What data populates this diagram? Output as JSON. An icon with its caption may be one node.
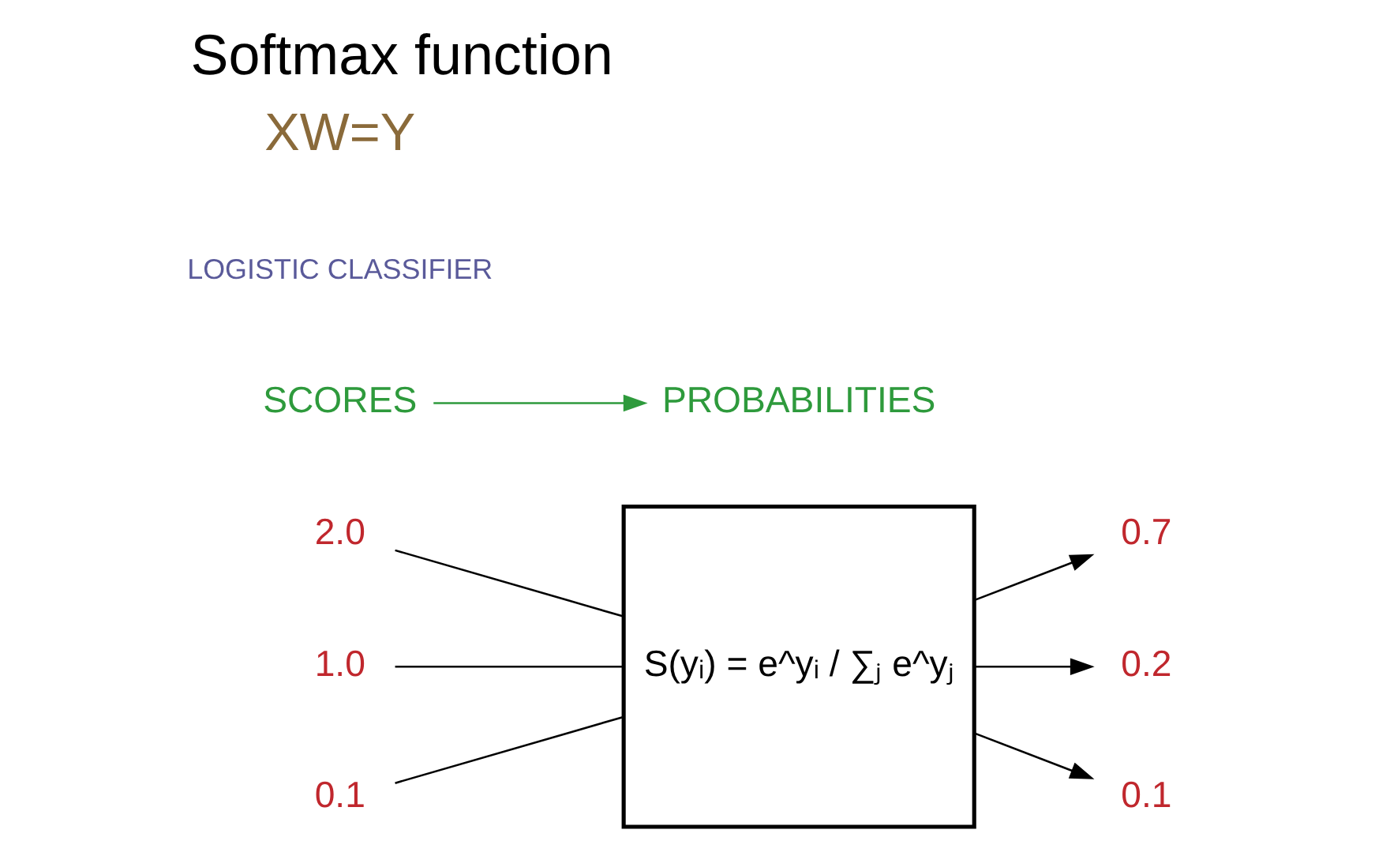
{
  "diagram": {
    "title": "Softmax function",
    "nodes": [
      {
        "text": [
          "2.0"
        ]
      },
      {
        "text": [
          "1.0"
        ]
      },
      {
        "text": [
          "0.1"
        ]
      },
      {
        "text": [
          "S(yᵢ) = e^yᵢ / ∑ⱼ e^yⱼ"
        ]
      },
      {
        "text": [
          "0.7"
        ]
      },
      {
        "text": [
          "0.2"
        ]
      },
      {
        "text": [
          "0.1"
        ]
      },
      {
        "text": [
          "SCORES"
        ]
      },
      {
        "text": [
          "PROBABILITIES"
        ]
      }
    ],
    "edges": [
      {
        "from": 0,
        "to": 3,
        "arrow": "none"
      },
      {
        "from": 1,
        "to": 3,
        "arrow": "none"
      },
      {
        "from": 2,
        "to": 3,
        "arrow": "none"
      },
      {
        "from": 3,
        "to": 4,
        "arrow": "to"
      },
      {
        "from": 3,
        "to": 5,
        "arrow": "to"
      },
      {
        "from": 3,
        "to": 6,
        "arrow": "to"
      },
      {
        "from": 7,
        "to": 8,
        "arrow": "to",
        "color": "#2e9a3c"
      }
    ],
    "labels": [
      "LOGISTIC CLASSIFIER",
      "XW=Y"
    ]
  }
}
